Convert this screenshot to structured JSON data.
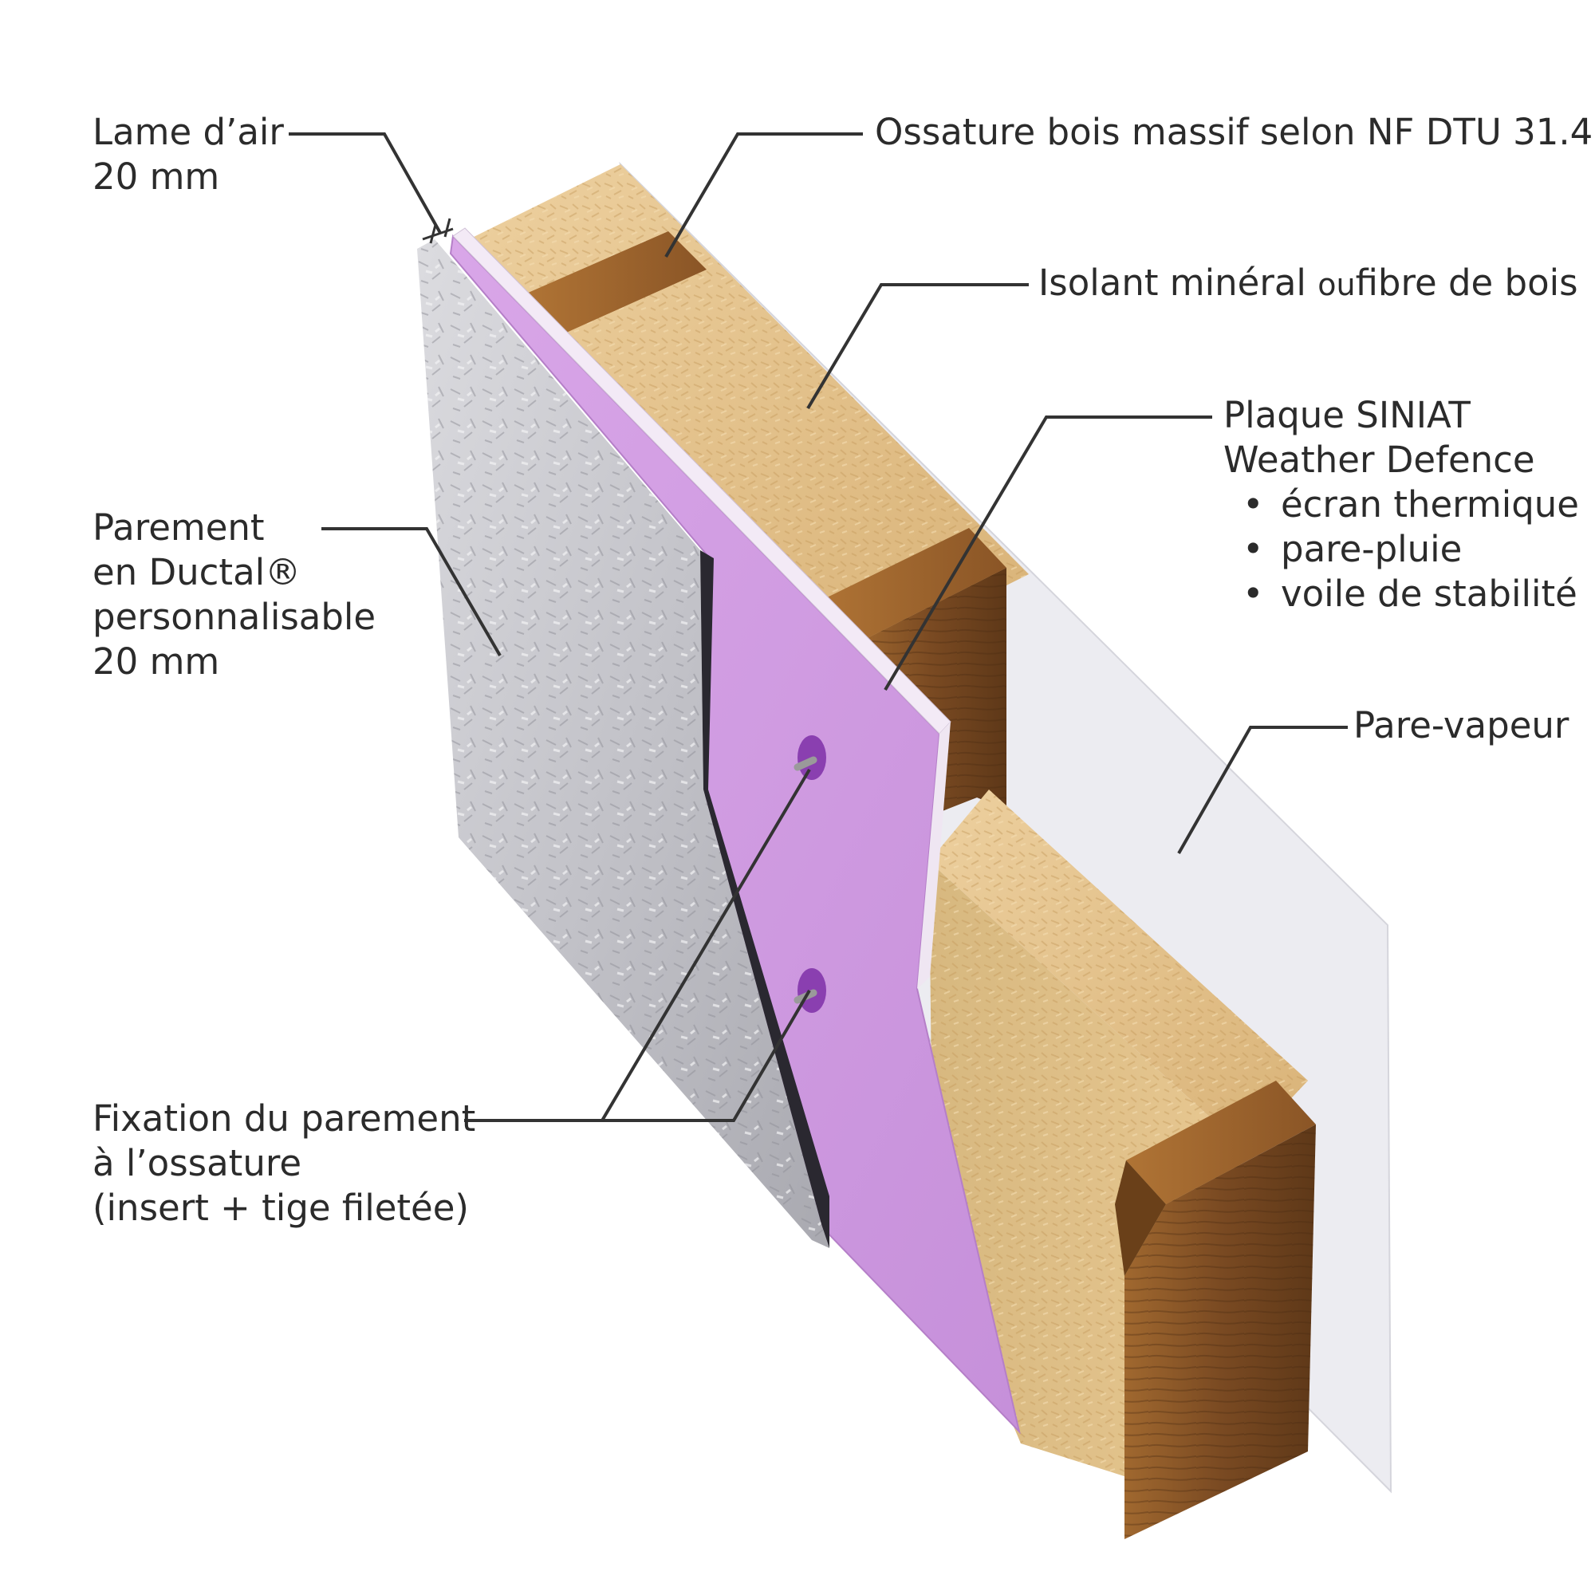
{
  "labels": {
    "lame_air": {
      "line1": "Lame d’air",
      "line2": "20 mm"
    },
    "ossature": "Ossature bois massif selon NF DTU 31.4",
    "isolant": {
      "part1": "Isolant minéral",
      "connector": "ou",
      "part2": "fibre de bois"
    },
    "plaque": {
      "line1": "Plaque SINIAT",
      "line2": "Weather Defence",
      "bullets": [
        "écran thermique",
        "pare-pluie",
        "voile de stabilité"
      ]
    },
    "pare_vapeur": "Pare-vapeur",
    "parement": {
      "line1": "Parement",
      "line2": "en Ductal®",
      "line3": "personnalisable",
      "line4": "20 mm"
    },
    "fixation": {
      "line1": "Fixation du parement",
      "line2": "à l’ossature",
      "line3": "(insert + tige filetée)"
    }
  },
  "colors": {
    "insulation": "#e6c38f",
    "timber": "#8a5a2c",
    "siniat_board": "#cf9be0",
    "ductal_panel": "#c9c9cf",
    "vapour_barrier": "#ececf1"
  }
}
